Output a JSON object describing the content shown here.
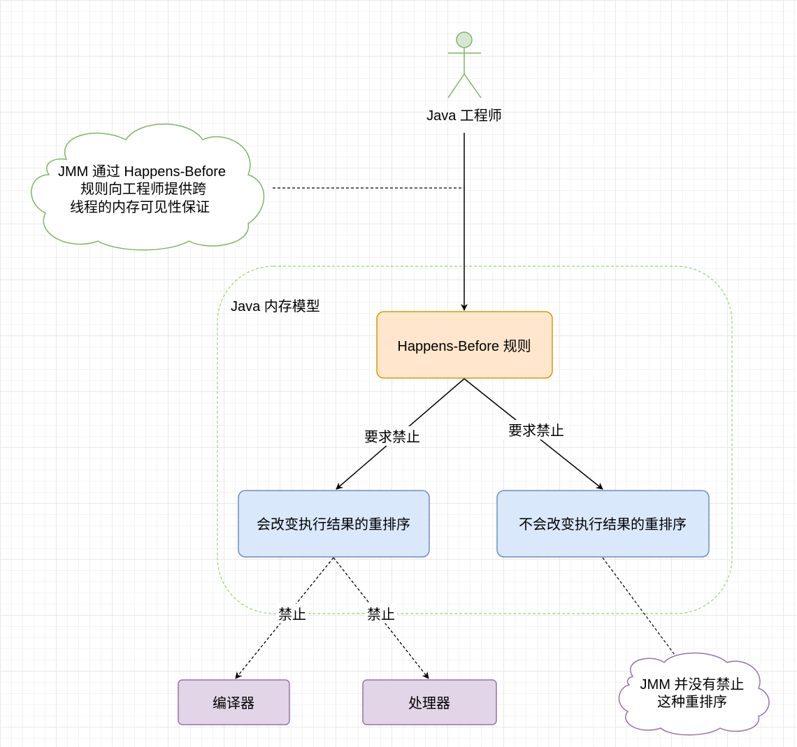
{
  "actor": {
    "label": "Java 工程师"
  },
  "note_top": {
    "lines": [
      "JMM 通过 Happens-Before",
      "规则向工程师提供跨",
      "线程的内存可见性保证"
    ]
  },
  "container": {
    "label": "Java 内存模型"
  },
  "node_rules": {
    "label": "Happens-Before 规则"
  },
  "node_changing": {
    "label": "会改变执行结果的重排序"
  },
  "node_nonchanging": {
    "label": "不会改变执行结果的重排序"
  },
  "node_compiler": {
    "label": "编译器"
  },
  "node_processor": {
    "label": "处理器"
  },
  "edges": {
    "require_forbid_left": "要求禁止",
    "require_forbid_right": "要求禁止",
    "forbid_left": "禁止",
    "forbid_right": "禁止"
  },
  "note_bottom": {
    "lines": [
      "JMM 并没有禁止",
      "这种重排序"
    ]
  },
  "colors": {
    "actor_stroke": "#82b366",
    "actor_fill": "#d5e8d4",
    "container_stroke": "#97d077",
    "rules_fill": "#ffe6cc",
    "rules_stroke": "#d79b00",
    "blue_fill": "#dae8fc",
    "blue_stroke": "#6c8ebf",
    "purple_fill": "#e1d5e7",
    "purple_stroke": "#9673a6",
    "cloud_green_stroke": "#82b366",
    "cloud_purple_stroke": "#9673a6"
  }
}
